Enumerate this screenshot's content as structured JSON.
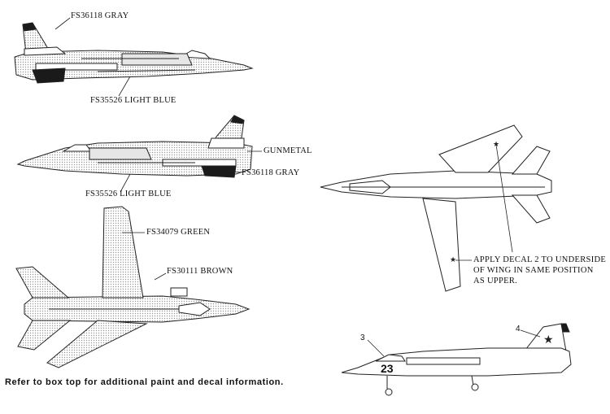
{
  "labels": {
    "top_gray": "FS36118  GRAY",
    "top_blue": "FS35526  LIGHT BLUE",
    "mid_gunmetal": "GUNMETAL",
    "mid_gray": "FS36118  GRAY",
    "mid_blue": "FS35526  LIGHT BLUE",
    "plan_green": "FS34079  GREEN",
    "plan_brown": "FS30111  BROWN"
  },
  "note_lines": [
    "APPLY DECAL 2 TO UNDERSIDE",
    "OF WING IN SAME  POSITION",
    "AS UPPER."
  ],
  "decal_numbers": {
    "three": "3",
    "four": "4"
  },
  "tail_number": "23",
  "footer": "Refer to box top for additional paint and decal information.",
  "colors": {
    "ink": "#222222",
    "camo": "#c8c8c8",
    "dark": "#1a1a1a"
  }
}
